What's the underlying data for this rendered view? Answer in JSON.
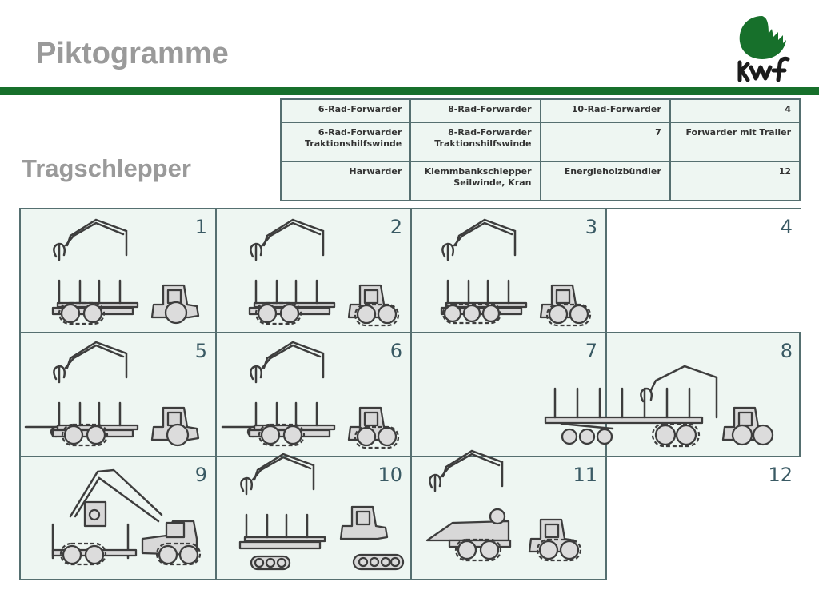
{
  "page": {
    "title": "Piktogramme",
    "subtitle": "Tragschlepper"
  },
  "logo": {
    "text": "kwf",
    "color": "#17702b"
  },
  "legend": [
    [
      "6-Rad-Forwarder",
      "8-Rad-Forwarder",
      "10-Rad-Forwarder",
      "4"
    ],
    [
      "6-Rad-Forwarder Traktionshilfswinde",
      "8-Rad-Forwarder Traktionshilfswinde",
      "7",
      "Forwarder mit Trailer"
    ],
    [
      "Harwarder",
      "Klemmbankschlepper Seilwinde, Kran",
      "Energieholzbündler",
      "12"
    ]
  ],
  "cells": [
    "1",
    "2",
    "3",
    "4",
    "5",
    "6",
    "7",
    "8",
    "9",
    "10",
    "11",
    "12"
  ],
  "colors": {
    "accent_green": "#17702b",
    "grid_border": "#556f70",
    "cell_bg": "#eef6f2",
    "pictogram_fill": "#d8d8d8"
  }
}
